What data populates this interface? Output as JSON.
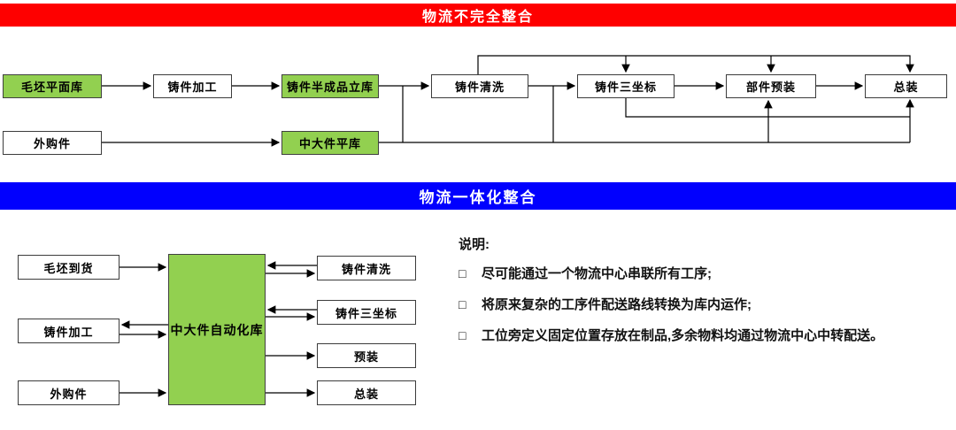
{
  "top": {
    "banner": {
      "label": "物流不完全整合",
      "color": "#fe0000"
    },
    "row1": [
      {
        "label": "毛坯平面库",
        "type": "warehouse"
      },
      {
        "label": "铸件加工",
        "type": "process"
      },
      {
        "label": "铸件半成品立库",
        "type": "warehouse"
      },
      {
        "label": "铸件清洗",
        "type": "process"
      },
      {
        "label": "铸件三坐标",
        "type": "process"
      },
      {
        "label": "部件预装",
        "type": "process"
      },
      {
        "label": "总装",
        "type": "process"
      }
    ],
    "row2": [
      {
        "label": "外购件",
        "type": "process"
      },
      {
        "label": "中大件平库",
        "type": "warehouse"
      }
    ]
  },
  "bottom": {
    "banner": {
      "label": "物流一体化整合",
      "color": "#0100fe"
    },
    "left": [
      {
        "label": "毛坯到货"
      },
      {
        "label": "铸件加工"
      },
      {
        "label": "外购件"
      }
    ],
    "center": {
      "label": "中大件自动化库",
      "type": "warehouse"
    },
    "right": [
      {
        "label": "铸件清洗"
      },
      {
        "label": "铸件三坐标"
      },
      {
        "label": "预装"
      },
      {
        "label": "总装"
      }
    ],
    "notes": {
      "title": "说明:",
      "bullet_char": "□",
      "items": [
        "尽可能通过一个物流中心串联所有工序;",
        "将原来复杂的工序件配送路线转换为库内运作;",
        "工位旁定义固定位置存放在制品,多余物料均通过物流中心中转配送。"
      ]
    }
  },
  "colors": {
    "banner_red": "#fe0000",
    "banner_blue": "#0100fe",
    "warehouse_green": "#92d050",
    "line": "#000000"
  }
}
